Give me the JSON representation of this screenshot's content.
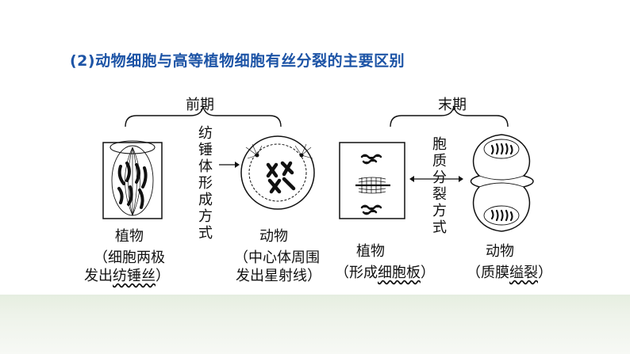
{
  "heading": "(2)动物细胞与高等植物细胞有丝分裂的主要区别",
  "prophase": {
    "label": "前期",
    "mechanism": "纺锤体形成方式",
    "plant": {
      "name": "植物",
      "desc_line1": "（细胞两极",
      "desc_line2_plain": "发出",
      "desc_line2_emph": "纺锤丝",
      "desc_line2_tail": "）"
    },
    "animal": {
      "name": "动物",
      "desc_line1": "（中心体周围",
      "desc_line2_plain": "发出星射线",
      "desc_line2_emph": "",
      "desc_line2_tail": "）"
    }
  },
  "telophase": {
    "label": "末期",
    "mechanism": "胞质分裂方式",
    "plant": {
      "name": "植物",
      "desc_plain": "（形成",
      "desc_emph": "细胞板",
      "desc_tail": "）"
    },
    "animal": {
      "name": "动物",
      "desc_plain": "（质膜",
      "desc_emph": "缢裂",
      "desc_tail": "）"
    }
  },
  "colors": {
    "heading": "#1d54a6",
    "line": "#111111",
    "footer": "#e6eee0"
  }
}
